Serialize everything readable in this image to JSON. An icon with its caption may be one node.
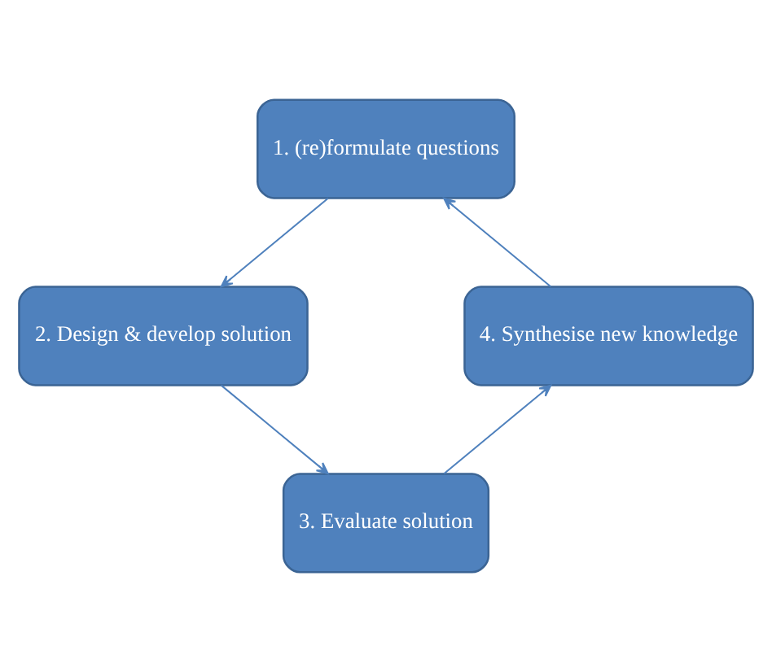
{
  "diagram": {
    "nodes": [
      {
        "text": [
          "1. (re)formulate questions"
        ]
      },
      {
        "text": [
          "2. Design & develop solution"
        ]
      },
      {
        "text": [
          "3. Evaluate solution"
        ]
      },
      {
        "text": [
          "4. Synthesise new knowledge"
        ]
      }
    ],
    "edges": [
      {
        "from": 0,
        "to": 1,
        "arrow": "to"
      },
      {
        "from": 1,
        "to": 2,
        "arrow": "to"
      },
      {
        "from": 2,
        "to": 3,
        "arrow": "to"
      },
      {
        "from": 3,
        "to": 0,
        "arrow": "to"
      }
    ]
  }
}
